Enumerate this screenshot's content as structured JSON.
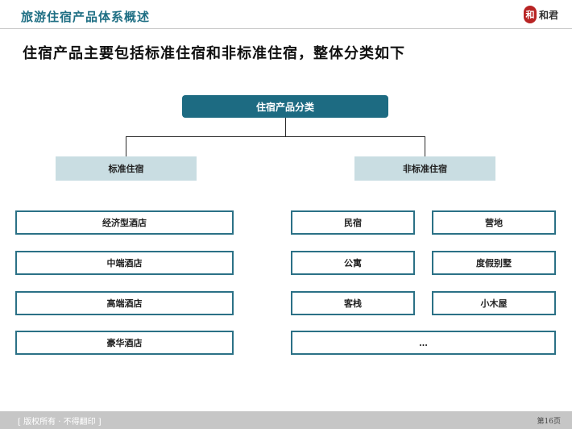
{
  "header": {
    "title": "旅游住宿产品体系概述",
    "logo_seal": "和",
    "logo_text": "和君"
  },
  "subtitle": "住宿产品主要包括标准住宿和非标准住宿，整体分类如下",
  "diagram": {
    "root": "住宿产品分类",
    "categories": [
      {
        "label": "标准住宿",
        "items": [
          "经济型酒店",
          "中端酒店",
          "高端酒店",
          "豪华酒店"
        ]
      },
      {
        "label": "非标准住宿",
        "items": [
          "民宿",
          "营地",
          "公寓",
          "度假别墅",
          "客栈",
          "小木屋",
          "…"
        ]
      }
    ]
  },
  "footer": {
    "copyright": "[ 版权所有 · 不得翻印 ]",
    "page": "第16页"
  },
  "colors": {
    "accent": "#1d6b82",
    "category_fill": "#c9dde2",
    "leaf_border": "#2b7186"
  }
}
